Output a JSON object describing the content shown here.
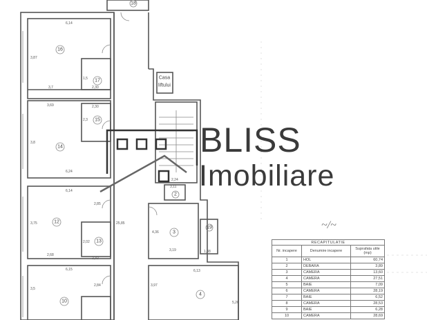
{
  "plan": {
    "rooms": [
      "16",
      "17",
      "15",
      "14",
      "12",
      "13",
      "10",
      "18",
      "3",
      "4",
      "2",
      "19"
    ],
    "lift_label_line1": "Casa",
    "lift_label_line2": "liftului",
    "dimensions": {
      "d16_width": "6,14",
      "d16_height": "3,87",
      "d16_bottom": "3,7",
      "d17_bottom": "2,30",
      "d17_side": "1,5",
      "d14_top": "3,69",
      "d15_top": "2,30",
      "d15_side": "2,3",
      "d14_height": "3,8",
      "d14_bottom": "6,24",
      "d12_top": "6,14",
      "d12_height": "3,75",
      "d12_side": "2,85",
      "d13_side": "2,02",
      "d12_bottom": "2,68",
      "d13_bottom": "2,32",
      "d10_top": "6,15",
      "d10_height": "3,5",
      "d10_side": "2,84",
      "corridor": "25,85",
      "d2_top": "2,24",
      "d2_bottom": "3,11",
      "d3_side": "4,36",
      "d3_bottom": "3,19",
      "d19_bottom": "1,38",
      "d4_top": "6,13",
      "d4_side": "3,97",
      "d4_right": "5,26"
    }
  },
  "logo": {
    "line1": "BLISS",
    "line2": "Imobiliare",
    "color": "#3a3a3a"
  },
  "recapitulatie": {
    "title": "RECAPITULATIE",
    "headers": [
      "Nr. incapere",
      "Denumire incapere",
      "Suprafata utile (mp)"
    ],
    "rows": [
      [
        "1",
        "HOL",
        "60,74"
      ],
      [
        "2",
        "DEBARA",
        "3,89"
      ],
      [
        "3",
        "CAMERA",
        "13,60"
      ],
      [
        "4",
        "CAMERA",
        "27,51"
      ],
      [
        "5",
        "BAIE",
        "7,09"
      ],
      [
        "6",
        "CAMERA",
        "28,19"
      ],
      [
        "7",
        "BAIE",
        "6,52"
      ],
      [
        "8",
        "CAMERA",
        "28,53"
      ],
      [
        "9",
        "BAIE",
        "6,28"
      ],
      [
        "10",
        "CAMERA",
        "28,69"
      ]
    ]
  }
}
